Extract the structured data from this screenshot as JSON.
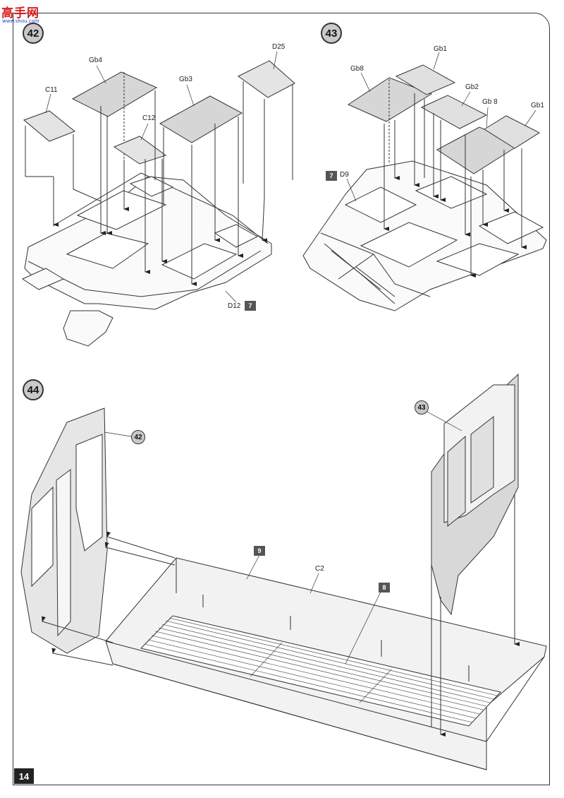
{
  "watermark": {
    "text": "高手网",
    "url": "www.shou.com"
  },
  "steps": {
    "s42": {
      "number": "42"
    },
    "s43": {
      "number": "43"
    },
    "s44": {
      "number": "44"
    }
  },
  "step42_labels": {
    "gb4": "Gb4",
    "c11": "C11",
    "gb3": "Gb3",
    "c12": "C12",
    "d25": "D25",
    "d12": "D12",
    "tag": "7"
  },
  "step43_labels": {
    "gb1_top": "Gb1",
    "gb8_left": "Gb8",
    "gb2": "Gb2",
    "gb8_right": "Gb 8",
    "gb1_right": "Gb1",
    "d9": "D9",
    "tag": "7"
  },
  "step44_labels": {
    "ref42": "42",
    "ref43": "43",
    "tag9": "9",
    "c2": "C2",
    "tag8": "8"
  },
  "page": {
    "number": "14"
  }
}
